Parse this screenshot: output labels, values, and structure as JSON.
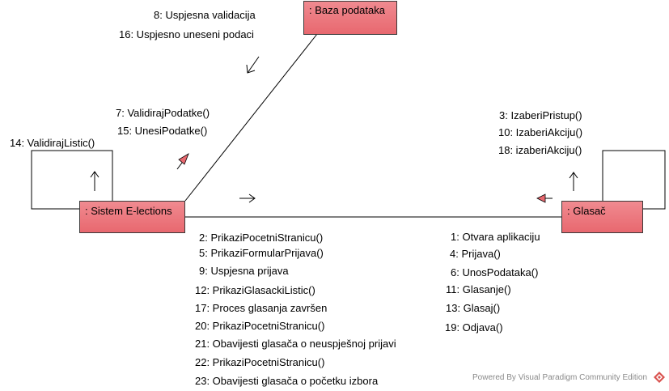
{
  "objects": {
    "database": ": Baza podataka",
    "system": ": Sistem E-lections",
    "voter": ": Glasač"
  },
  "messages_system_db": [
    "7: ValidirajPodatke()",
    "15: UnesiPodatke()"
  ],
  "messages_db_system": [
    "8: Uspjesna validacija",
    "16: Uspjesno uneseni podaci"
  ],
  "messages_system_self": [
    "14: ValidirajListic()"
  ],
  "messages_voter_self": [
    "3: IzaberiPristup()",
    "10: IzaberiAkciju()",
    "18: izaberiAkciju()"
  ],
  "messages_system_voter": [
    "2: PrikaziPocetniStranicu()",
    "5: PrikaziFormularPrijava()",
    "9: Uspjesna prijava",
    "12: PrikaziGlasackiListic()",
    "17: Proces glasanja završen",
    "20: PrikaziPocetniStranicu()",
    "21: Obavijesti glasača o neuspješnoj prijavi",
    "22: PrikaziPocetniStranicu()",
    "23: Obavijesti glasača o početku izbora"
  ],
  "messages_voter_system": [
    "1: Otvara aplikaciju",
    "4: Prijava()",
    "6: UnosPodataka()",
    "11: Glasanje()",
    "13: Glasaj()",
    "19: Odjava()"
  ],
  "watermark": "Powered By Visual Paradigm Community Edition",
  "colors": {
    "object_fill": "#ee7a80",
    "arrow_fill": "#e8686f",
    "line": "#000000"
  }
}
